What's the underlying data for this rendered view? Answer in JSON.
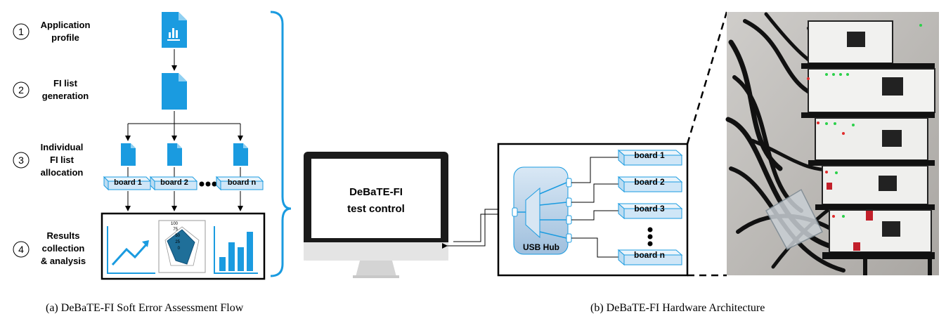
{
  "steps": [
    {
      "number": "1",
      "lines": [
        "Application",
        "profile"
      ]
    },
    {
      "number": "2",
      "lines": [
        "FI list",
        "generation"
      ]
    },
    {
      "number": "3",
      "lines": [
        "Individual",
        "FI list",
        "allocation"
      ]
    },
    {
      "number": "4",
      "lines": [
        "Results",
        "collection",
        "& analysis"
      ]
    }
  ],
  "flow_boards": [
    "board 1",
    "board 2",
    "board n"
  ],
  "radar_ticks": [
    "100",
    "75",
    "50",
    "25",
    "0"
  ],
  "monitor": {
    "line1": "DeBaTE-FI",
    "line2": "test control"
  },
  "usb_hub_label": "USB Hub",
  "hw_boards": [
    "board 1",
    "board 2",
    "board 3",
    "board n"
  ],
  "captions": {
    "left": "(a) DeBaTE-FI Soft Error Assessment Flow",
    "right": "(b) DeBaTE-FI Hardware Architecture"
  },
  "colors": {
    "accent": "#1a9be0",
    "light_accent": "#cfe6f7",
    "hub_fill": "#b7d2ea"
  }
}
